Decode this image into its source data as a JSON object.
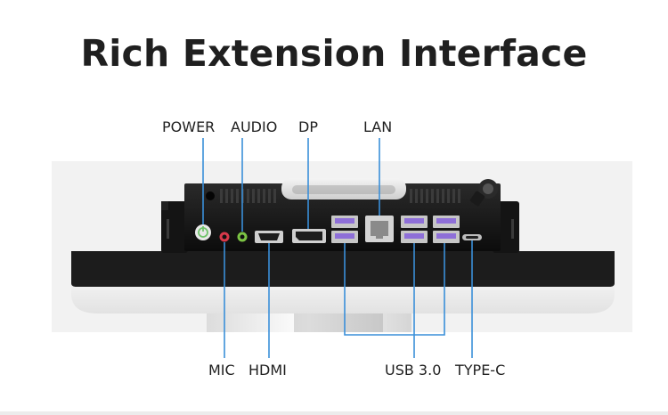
{
  "title": "Rich Extension Interface",
  "labels": {
    "power": "POWER",
    "audio": "AUDIO",
    "dp": "DP",
    "lan": "LAN",
    "mic": "MIC",
    "hdmi": "HDMI",
    "usb": "USB 3.0",
    "typec": "TYPE-C"
  },
  "colors": {
    "leader_line": "#3a8fd9",
    "power_icon": "#6fc36a",
    "mic_jack": "#d8394a",
    "audio_jack": "#7cc444",
    "usb_port": "#8e6fd8",
    "bezel": "#1c1c1c",
    "chassis": "#121212",
    "panel_bg": "#f2f2f2"
  }
}
